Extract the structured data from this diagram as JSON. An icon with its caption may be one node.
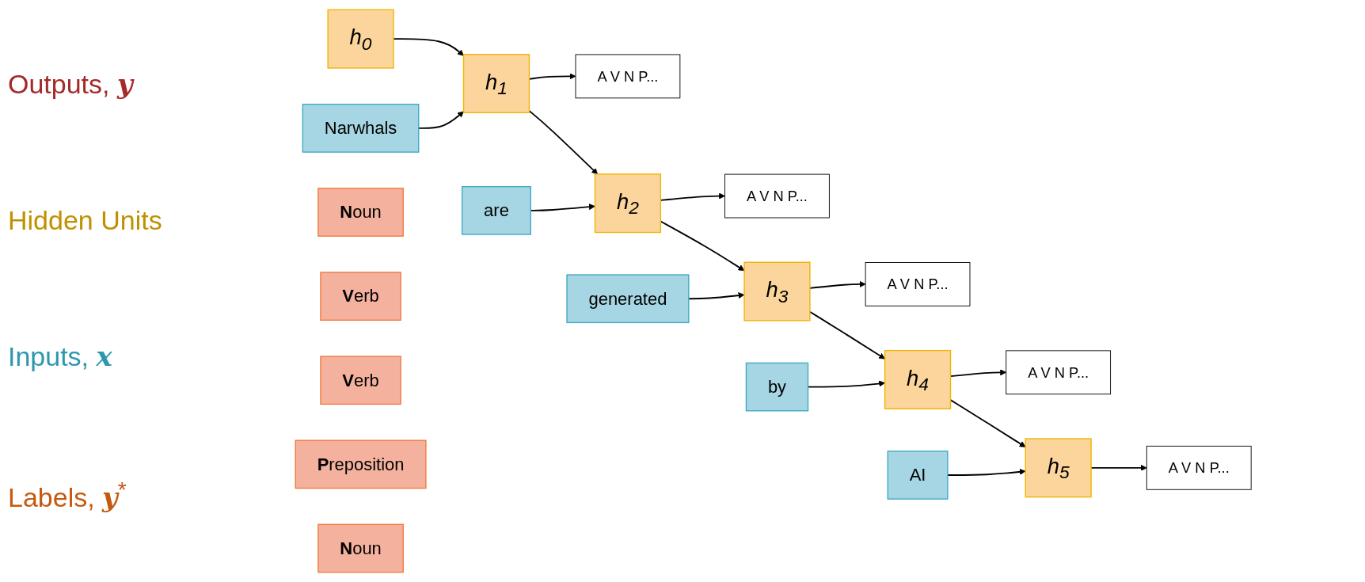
{
  "diagram": {
    "nodes": [
      {
        "text": [
          "A V N P..."
        ]
      },
      {
        "text": [
          "A V N P..."
        ]
      },
      {
        "text": [
          "A V N P..."
        ]
      },
      {
        "text": [
          "A V N P..."
        ]
      },
      {
        "text": [
          "A V N P..."
        ]
      },
      {
        "text": [
          "h$_{0}$"
        ]
      },
      {
        "text": [
          "h$_{1}$"
        ]
      },
      {
        "text": [
          "h$_{2}$"
        ]
      },
      {
        "text": [
          "h$_{3}$"
        ]
      },
      {
        "text": [
          "h$_{4}$"
        ]
      },
      {
        "text": [
          "h$_{5}$"
        ]
      },
      {
        "text": [
          "Narwhals"
        ]
      },
      {
        "text": [
          "are"
        ]
      },
      {
        "text": [
          "generated"
        ]
      },
      {
        "text": [
          "by"
        ]
      },
      {
        "text": [
          "AI"
        ]
      },
      {
        "text": [
          "**N**oun"
        ]
      },
      {
        "text": [
          "**V**erb"
        ]
      },
      {
        "text": [
          "**V**erb"
        ]
      },
      {
        "text": [
          "**P**reposition"
        ]
      },
      {
        "text": [
          "**N**oun"
        ]
      }
    ],
    "edges": [
      {
        "from": 5,
        "to": 6,
        "arrow": "to"
      },
      {
        "from": 6,
        "to": 7,
        "arrow": "to"
      },
      {
        "from": 7,
        "to": 8,
        "arrow": "to"
      },
      {
        "from": 8,
        "to": 9,
        "arrow": "to"
      },
      {
        "from": 9,
        "to": 10,
        "arrow": "to"
      },
      {
        "from": 11,
        "to": 6,
        "arrow": "to"
      },
      {
        "from": 12,
        "to": 7,
        "arrow": "to"
      },
      {
        "from": 13,
        "to": 8,
        "arrow": "to"
      },
      {
        "from": 14,
        "to": 9,
        "arrow": "to"
      },
      {
        "from": 15,
        "to": 10,
        "arrow": "to"
      },
      {
        "from": 6,
        "to": 0,
        "arrow": "to"
      },
      {
        "from": 7,
        "to": 1,
        "arrow": "to"
      },
      {
        "from": 8,
        "to": 2,
        "arrow": "to"
      },
      {
        "from": 9,
        "to": 3,
        "arrow": "to"
      },
      {
        "from": 10,
        "to": 4,
        "arrow": "to"
      }
    ],
    "labels": [
      "Outputs, **y**",
      "Hidden Units",
      "Inputs, **x**",
      "Labels, **y**$^{*}$"
    ]
  }
}
